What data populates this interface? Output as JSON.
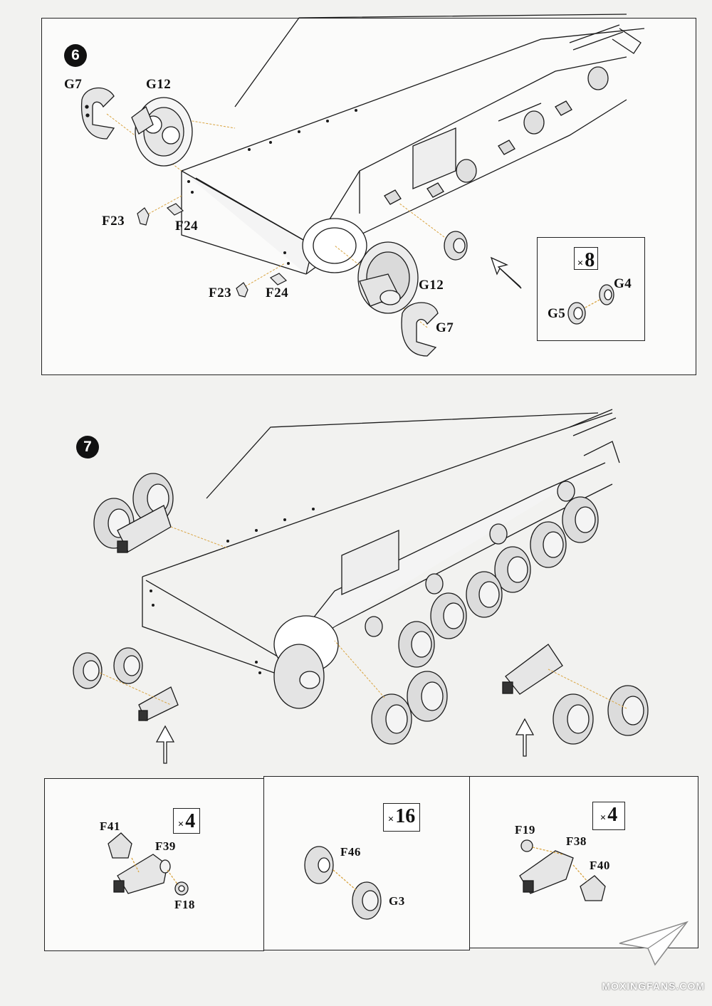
{
  "step6": {
    "number": "6",
    "labels": {
      "g7_top": "G7",
      "g12_top": "G12",
      "f23_left": "F23",
      "f24_left": "F24",
      "f23_bottom": "F23",
      "f24_bottom": "F24",
      "g12_bottom": "G12",
      "g7_bottom": "G7"
    },
    "inset": {
      "quantity_x": "×",
      "quantity_n": "8",
      "labels": {
        "g4": "G4",
        "g5": "G5"
      }
    }
  },
  "step7": {
    "number": "7",
    "sub_left": {
      "quantity_x": "×",
      "quantity_n": "4",
      "labels": {
        "f41": "F41",
        "f39": "F39",
        "f18": "F18"
      }
    },
    "sub_mid": {
      "quantity_x": "×",
      "quantity_n": "16",
      "labels": {
        "f46": "F46",
        "g3": "G3"
      }
    },
    "sub_right": {
      "quantity_x": "×",
      "quantity_n": "4",
      "labels": {
        "f19": "F19",
        "f38": "F38",
        "f40": "F40"
      }
    }
  },
  "watermark": "MOXINGFANS.COM",
  "colors": {
    "line": "#1a1a1a",
    "part_fill": "#dcdcdc",
    "leader": "#d9a441",
    "paper": "#fbfbfa"
  }
}
